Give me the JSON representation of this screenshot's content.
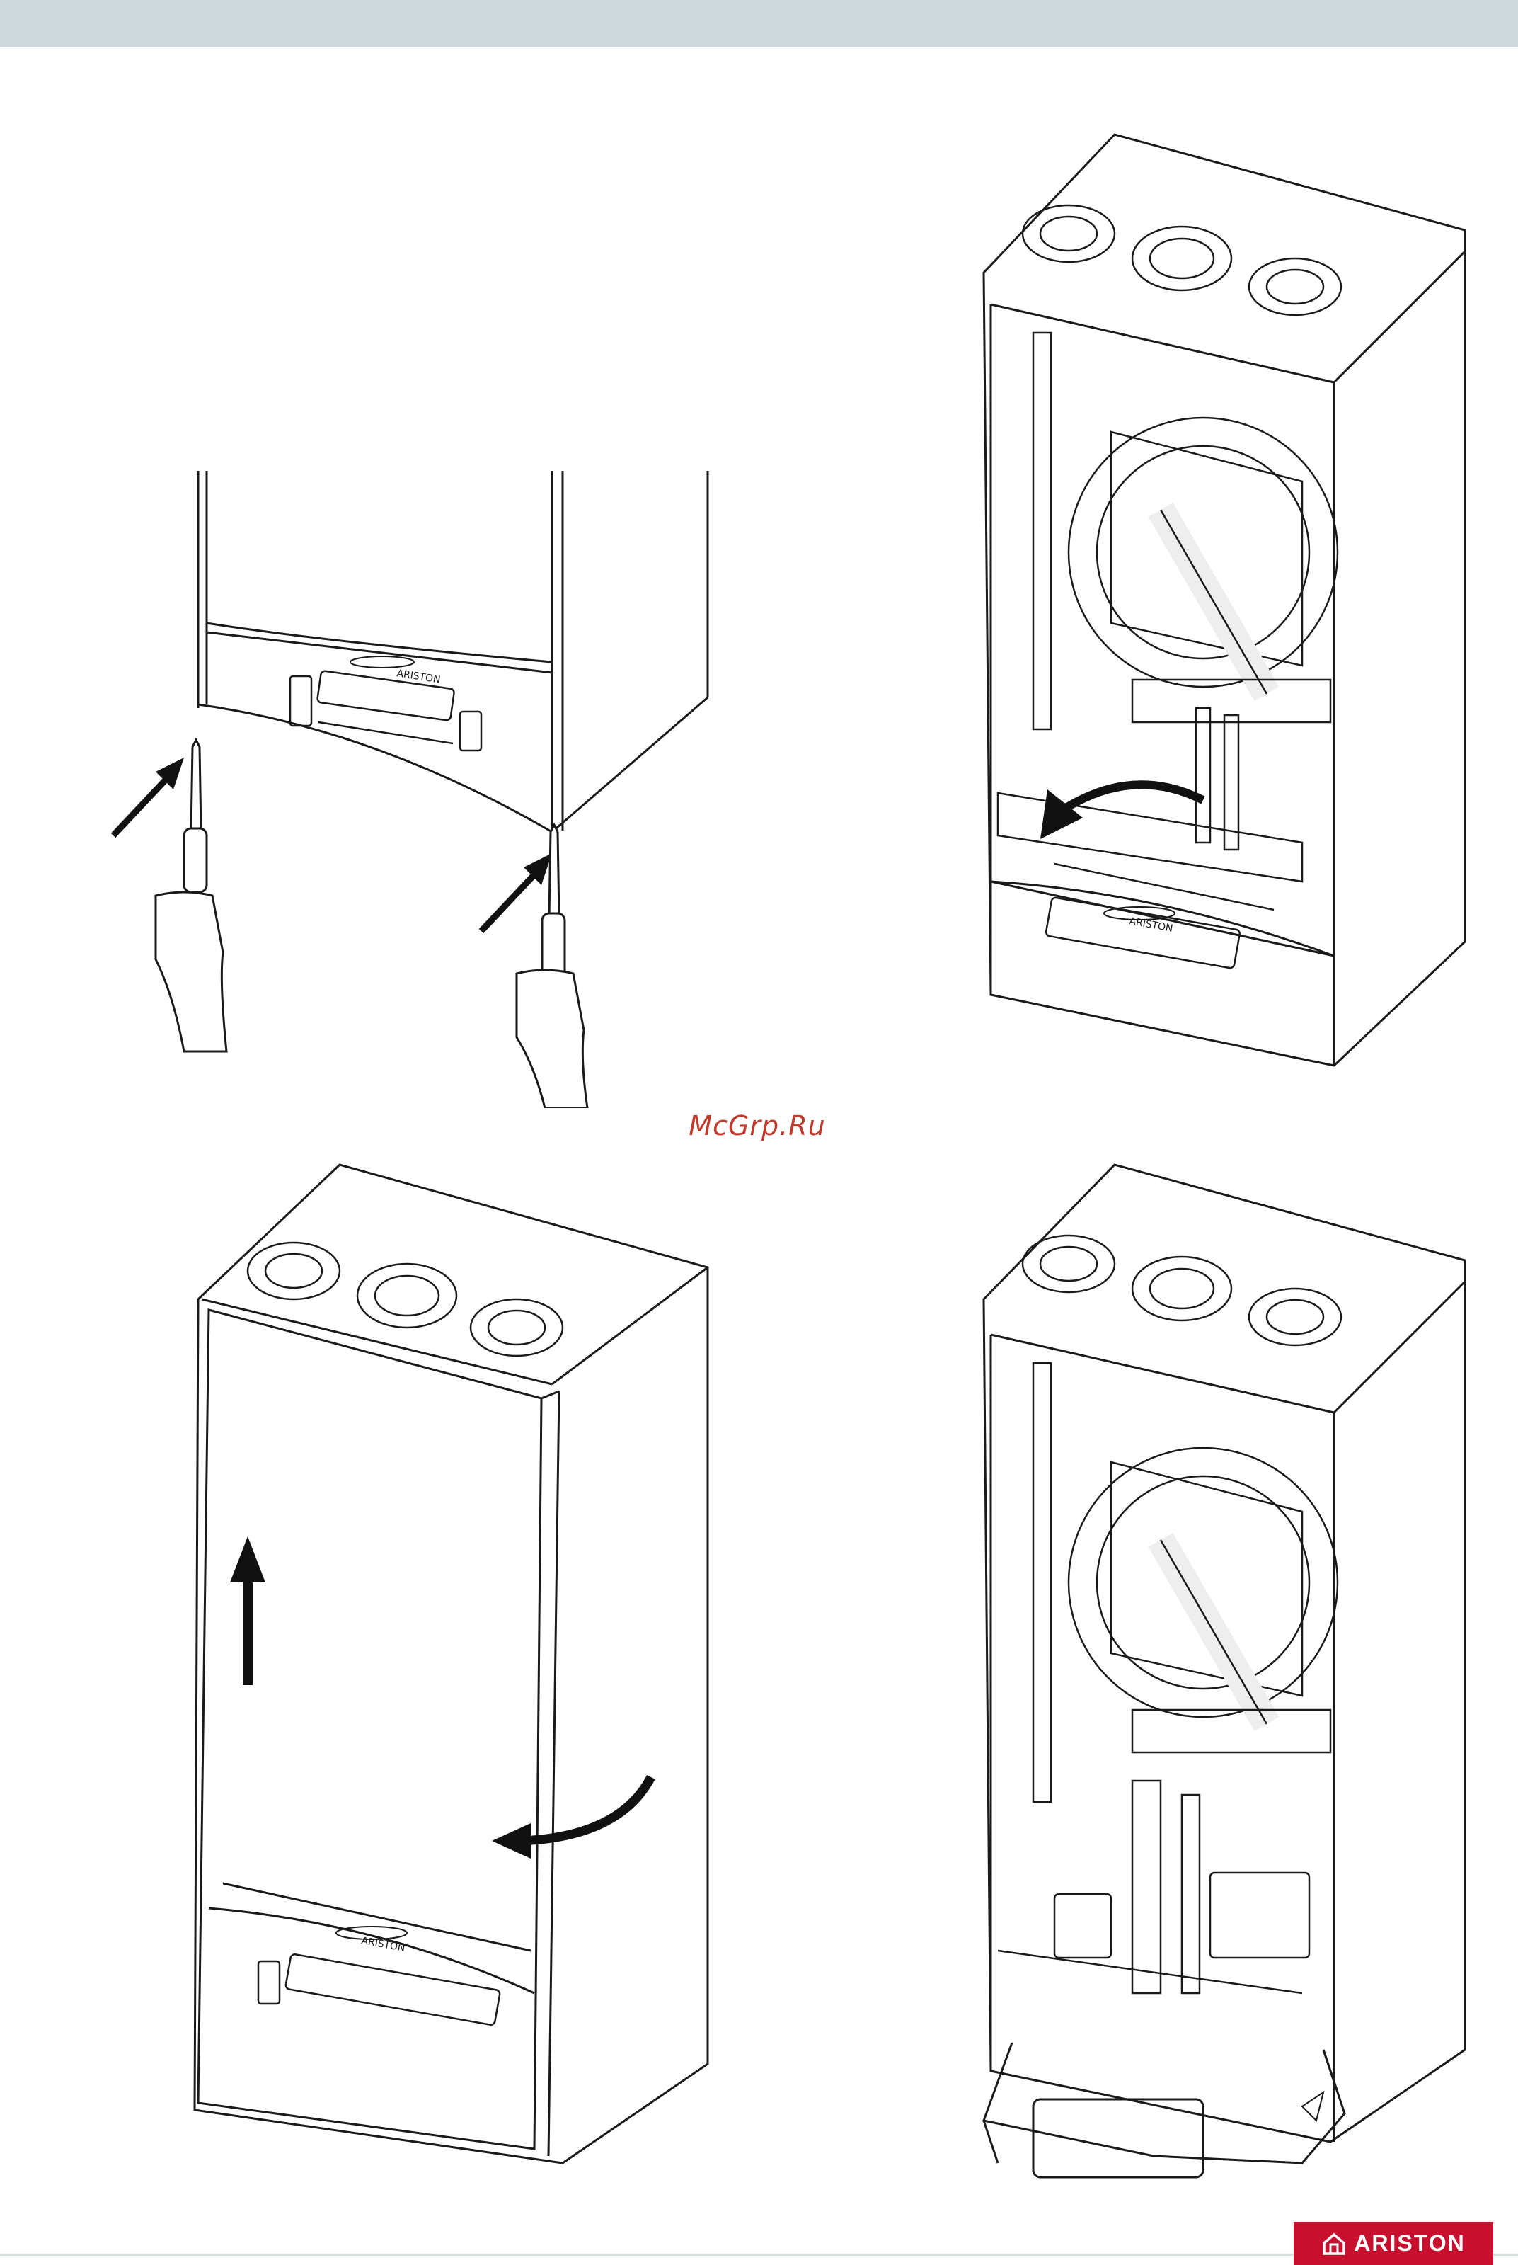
{
  "header": {
    "band_color": "#cfd9de"
  },
  "watermark": {
    "text": "McGrp.Ru",
    "color": "#c0392b"
  },
  "brand": {
    "name": "ARISTON",
    "color": "#c8102e",
    "icon": "house-icon"
  },
  "figures": {
    "screwdriver_step": {
      "label": "ARISTON",
      "arrows": [
        "arrow-up-right-icon",
        "arrow-up-right-icon"
      ]
    },
    "panel_lowering": {
      "label": "ARISTON",
      "arrows": [
        "curved-arrow-down-left-icon"
      ]
    },
    "casing_removal": {
      "label": "ARISTON",
      "arrows": [
        "arrow-up-icon",
        "curved-arrow-left-icon"
      ]
    },
    "open_boiler": {
      "label": "ARISTON"
    }
  }
}
